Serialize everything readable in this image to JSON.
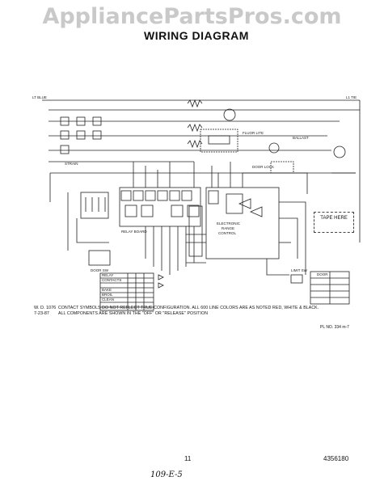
{
  "watermark": "AppliancePartsPros.com",
  "title": "WIRING DIAGRAM",
  "tape_label": "TAPE HERE",
  "wd_code": "W. D. 1076",
  "wd_date": "7-23-87",
  "note": "Contact symbols do not reflect true configuration. All 600 line colors are as noted red, white & black. All components are shown in the \"off\" or \"release\" position",
  "pl_no": "PL NO. 334 m-7",
  "page_number": "11",
  "part_number": "4356180",
  "handwritten": "109-E-5",
  "colors": {
    "ink": "#111111",
    "watermark": "#c9c9c9"
  }
}
